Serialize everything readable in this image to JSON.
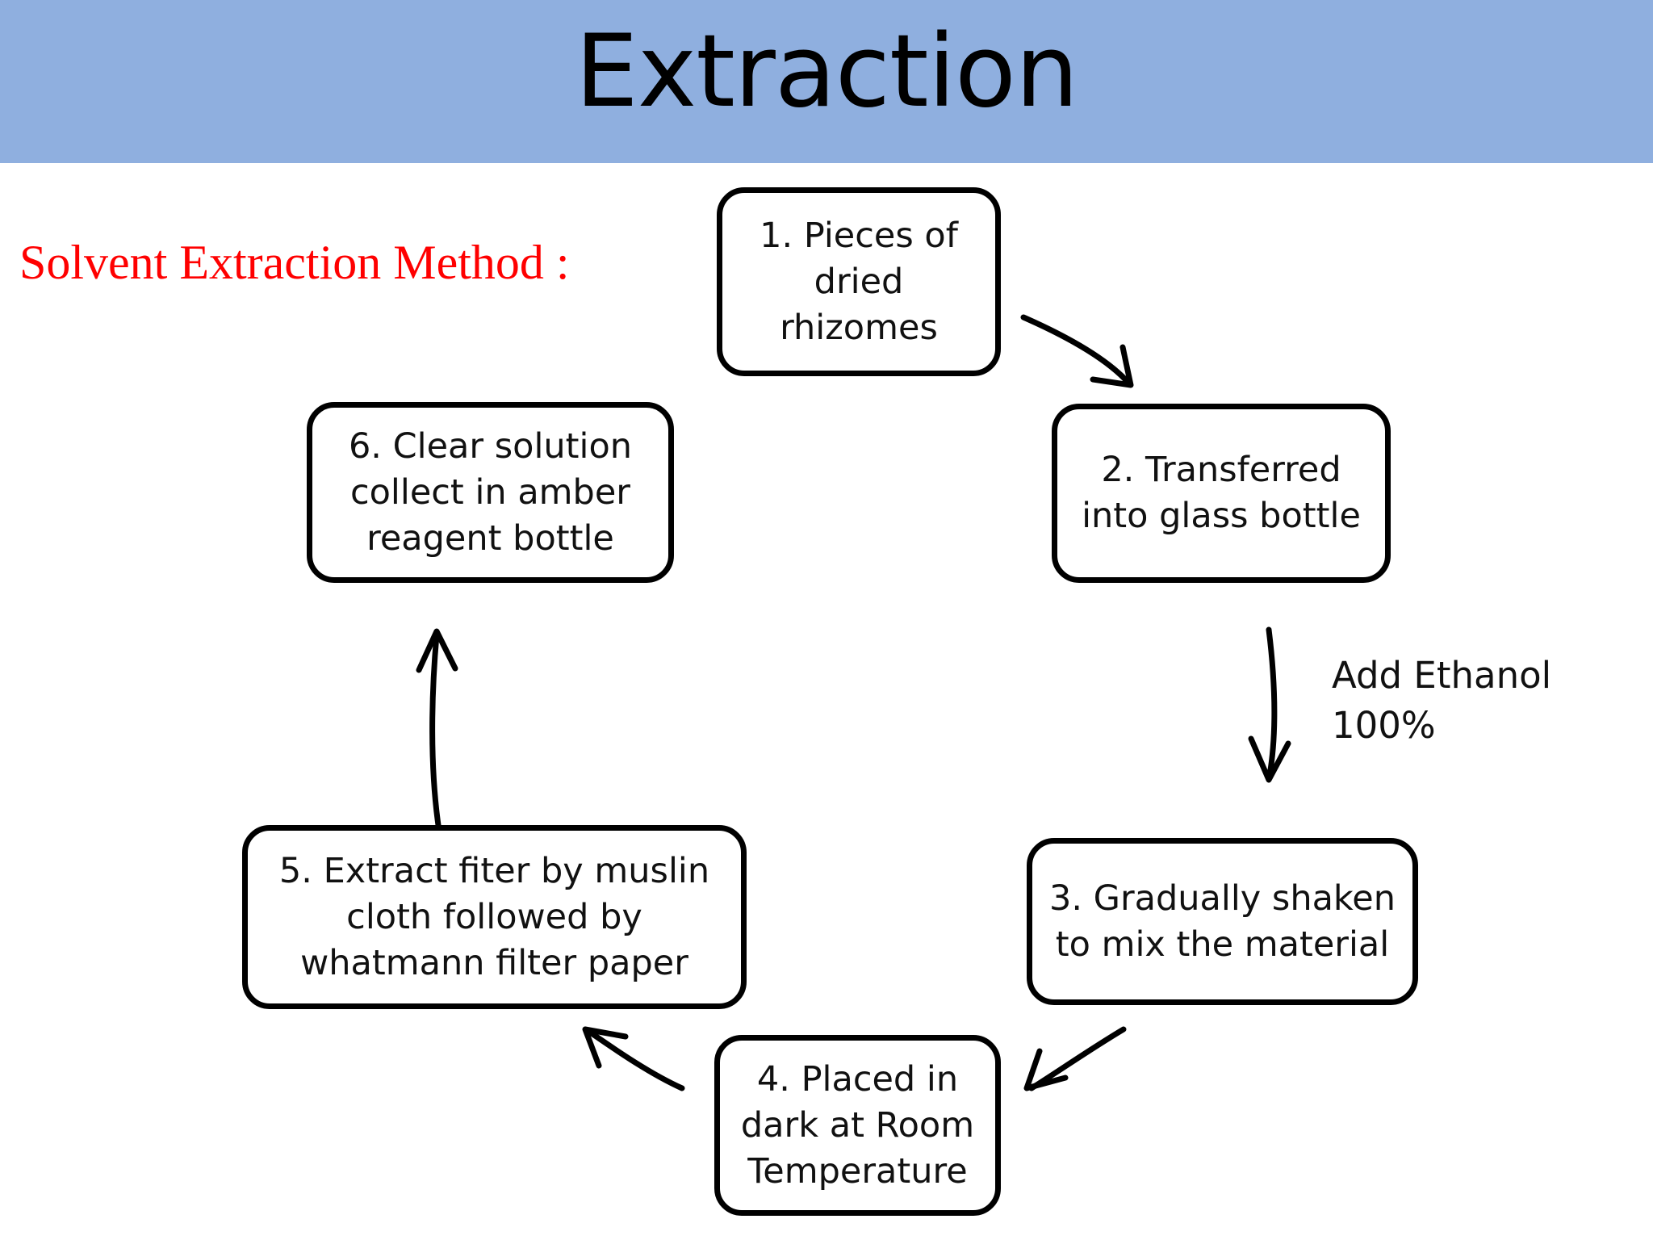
{
  "slide": {
    "title": "Extraction",
    "subtitle": "Solvent Extraction Method :",
    "title_band_color": "#8FAFDF",
    "subtitle_color": "#FF0000",
    "background_color": "#FFFFFF",
    "box_border_color": "#000000",
    "arrow_color": "#000000"
  },
  "diagram": {
    "type": "cycle-flowchart",
    "nodes": [
      {
        "id": "1",
        "label": "1. Pieces of\ndried\nrhizomes"
      },
      {
        "id": "2",
        "label": "2. Transferred\ninto glass bottle"
      },
      {
        "id": "3",
        "label": "3. Gradually shaken\nto mix the material"
      },
      {
        "id": "4",
        "label": "4. Placed in\ndark at Room\nTemperature"
      },
      {
        "id": "5",
        "label": "5. Extract fiter by muslin\ncloth followed by\nwhatmann filter paper"
      },
      {
        "id": "6",
        "label": "6. Clear solution\ncollect in amber\nreagent bottle"
      }
    ],
    "edges": [
      {
        "from": "1",
        "to": "2",
        "label": ""
      },
      {
        "from": "2",
        "to": "3",
        "label": "Add Ethanol\n100%"
      },
      {
        "from": "3",
        "to": "4",
        "label": ""
      },
      {
        "from": "4",
        "to": "5",
        "label": ""
      },
      {
        "from": "5",
        "to": "6",
        "label": ""
      }
    ],
    "edge_labels": {
      "ethanol": "Add Ethanol\n100%"
    }
  }
}
